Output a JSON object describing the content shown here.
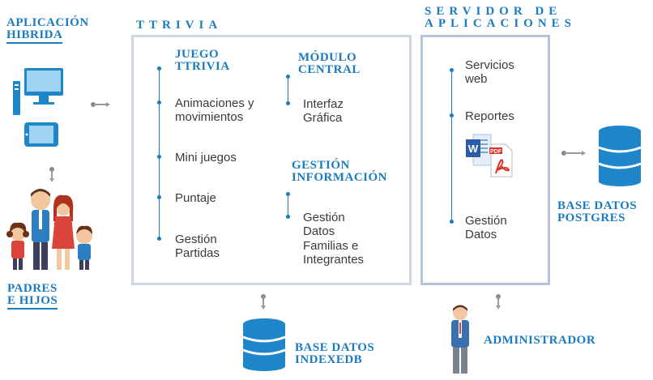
{
  "left": {
    "title_line1": "APLICACIÓN",
    "title_line2": "HIBRIDA",
    "people_line1": "PADRES",
    "people_line2": "E HIJOS"
  },
  "ttrivia": {
    "title": "TTRIVIA",
    "juego_line1": "JUEGO",
    "juego_line2": "TTRIVIA",
    "juego_items": [
      {
        "line1": "Animaciones y",
        "line2": "movimientos"
      },
      {
        "line1": "Mini juegos",
        "line2": ""
      },
      {
        "line1": "Puntaje",
        "line2": ""
      },
      {
        "line1": "Gestión",
        "line2": "Partidas"
      }
    ],
    "modulo_line1": "MÓDULO",
    "modulo_line2": "CENTRAL",
    "modulo_items": [
      {
        "line1": "Interfaz",
        "line2": "Gráfica"
      }
    ],
    "gestion_line1": "GESTIÓN",
    "gestion_line2": "INFORMACIÓN",
    "gestion_items": [
      {
        "line1": "Gestión",
        "line2": "Datos",
        "line3": "Familias e",
        "line4": "Integrantes"
      }
    ],
    "db_line1": "BASE DATOS",
    "db_line2": "INDEXEDB"
  },
  "servidor": {
    "title_line1": "SERVIDOR DE",
    "title_line2": "APLICACIONES",
    "items": [
      {
        "line1": "Servicios",
        "line2": "web"
      },
      {
        "line1": "Reportes",
        "line2": ""
      },
      {
        "line1": "Gestión",
        "line2": "Datos"
      }
    ],
    "admin_label": "ADMINISTRADOR",
    "db_line1": "BASE DATOS",
    "db_line2": "POSTGRES"
  },
  "colors": {
    "accent": "#1a7bbf",
    "panel_border": "#cfd6e6",
    "connector": "#9a9a9a"
  },
  "icons": [
    "desktop-icon",
    "tablet-icon",
    "family-icon",
    "database-icon",
    "word-icon",
    "pdf-icon",
    "administrator-icon"
  ]
}
